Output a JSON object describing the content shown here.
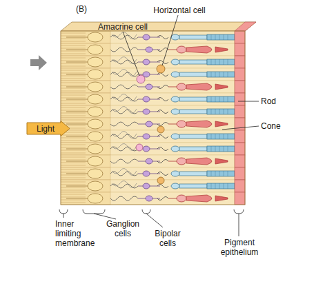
{
  "diagram": {
    "nodes": [
      {
        "text": [
          "Light"
        ]
      }
    ],
    "labels": [
      "(B)",
      "Amacrine cell",
      "Horizontal cell",
      "Rod",
      "Cone",
      "Inner limiting membrane",
      "Ganglion cells",
      "Bipolar cells",
      "Pigment epithelium"
    ]
  }
}
